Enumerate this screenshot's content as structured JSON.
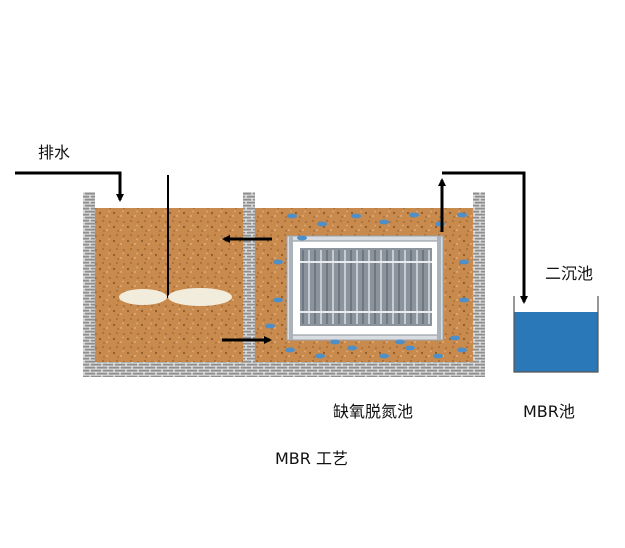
{
  "labels": {
    "drain": "排水",
    "secondary_clarifier": "二沉池",
    "anoxic_tank": "缺氧脱氮池",
    "mbr_tank": "MBR池",
    "caption": "MBR 工艺"
  },
  "colors": {
    "sludge": "#c98a4e",
    "sludge_dark": "#8e5a2b",
    "brick": "#9a9a9a",
    "water": "#2b78b8",
    "bubble": "#4d8fc9",
    "paddle": "#f2ecdc",
    "membrane_frame": "#d9dde2",
    "arrow": "#000000"
  },
  "icons": [
    "mixer-icon",
    "membrane-module-icon",
    "aeration-bubbles-icon",
    "brick-wall-icon"
  ]
}
